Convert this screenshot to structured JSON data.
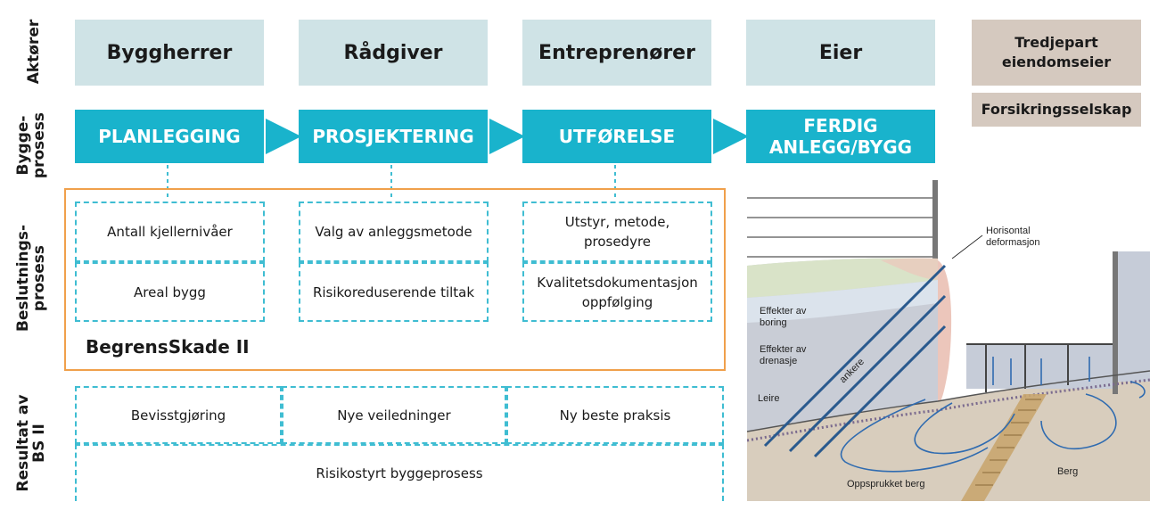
{
  "row_labels": {
    "actors": "Aktører",
    "process": [
      "Bygge-",
      "prosess"
    ],
    "decision": [
      "Beslutnings-",
      "prosess"
    ],
    "result": [
      "Resultat av",
      "BS II"
    ]
  },
  "actors": [
    "Byggherrer",
    "Rådgiver",
    "Entreprenører",
    "Eier"
  ],
  "third_parties": {
    "owner": [
      "Tredjepart",
      "eiendomseier"
    ],
    "insurer": "Forsikringsselskap"
  },
  "phases": [
    "PLANLEGGING",
    "PROSJEKTERING",
    "UTFØRELSE",
    [
      "FERDIG",
      "ANLEGG/BYGG"
    ]
  ],
  "decisions": {
    "col1": [
      "Antall kjellernivåer",
      "Areal bygg"
    ],
    "col2": [
      "Valg av anleggsmetode",
      "Risikoreduserende tiltak"
    ],
    "col3": [
      [
        "Utstyr, metode,",
        "prosedyre"
      ],
      [
        "Kvalitetsdokumentasjon",
        "oppfølging"
      ]
    ]
  },
  "bs_title": "BegrensSkade II",
  "results": [
    "Bevisstgjøring",
    "Nye veiledninger",
    "Ny beste praksis"
  ],
  "result_bottom": "Risikostyrt byggeprosess",
  "illustration": {
    "horizontal_label": [
      "Horisontal",
      "deformasjon"
    ],
    "boring_label": [
      "Effekter av",
      "boring"
    ],
    "drainage_label": [
      "Effekter av",
      "drenasje"
    ],
    "anchor_label": "ankere",
    "clay_label": "Leire",
    "rock_label": "Berg",
    "fractured_label": "Oppsprukket berg"
  },
  "colors": {
    "phase": "#19b3cc",
    "actor": "#cfe3e6",
    "third_party": "#d5c9bf",
    "frame": "#f0a04b",
    "dashed": "#3fbdd2"
  }
}
